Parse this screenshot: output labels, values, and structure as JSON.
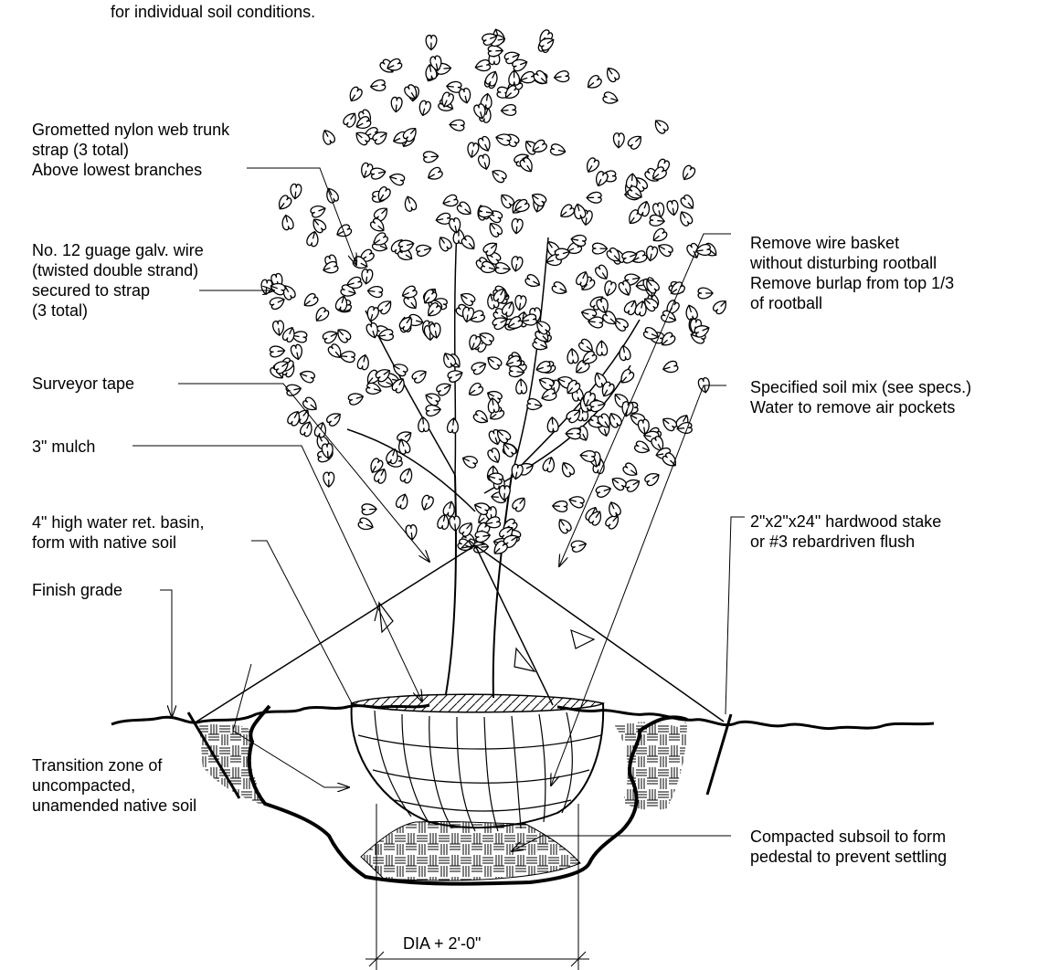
{
  "intro_note": "for individual soil conditions.",
  "labels": {
    "strap": [
      "Grometted nylon web trunk",
      "strap (3 total)",
      "Above lowest branches"
    ],
    "wire": [
      "No. 12 guage galv. wire",
      "(twisted double strand)",
      "secured to strap",
      "(3 total)"
    ],
    "surveyor": [
      "Surveyor tape"
    ],
    "mulch": [
      "3\" mulch"
    ],
    "basin": [
      "4\" high water ret. basin,",
      "form with native soil"
    ],
    "finish_grade": [
      "Finish grade"
    ],
    "transition": [
      "Transition zone of",
      "uncompacted,",
      "unamended native soil"
    ],
    "basket": [
      "Remove wire basket",
      "without disturbing rootball",
      "Remove burlap from top 1/3",
      "of rootball"
    ],
    "soil_mix": [
      "Specified soil mix (see specs.)",
      "Water to remove air pockets"
    ],
    "stake": [
      "2\"x2\"x24\" hardwood stake",
      "or #3 rebardriven flush"
    ],
    "subsoil": [
      "Compacted subsoil to form",
      "pedestal to prevent settling"
    ]
  },
  "dimension": "DIA + 2'-0\""
}
